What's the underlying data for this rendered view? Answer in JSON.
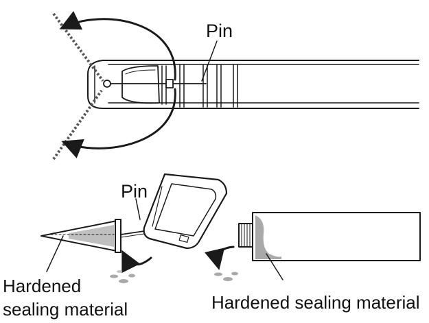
{
  "labels": {
    "pin_top": "Pin",
    "pin_bottom": "Pin",
    "hardened_left_line1": "Hardened",
    "hardened_left_line2": "sealing material",
    "hardened_right": "Hardened sealing material"
  },
  "colors": {
    "ink": "#1a1a1a",
    "residue_gray": "#a9a9a9",
    "light_gray": "#d4d4d4",
    "background": "#ffffff"
  }
}
